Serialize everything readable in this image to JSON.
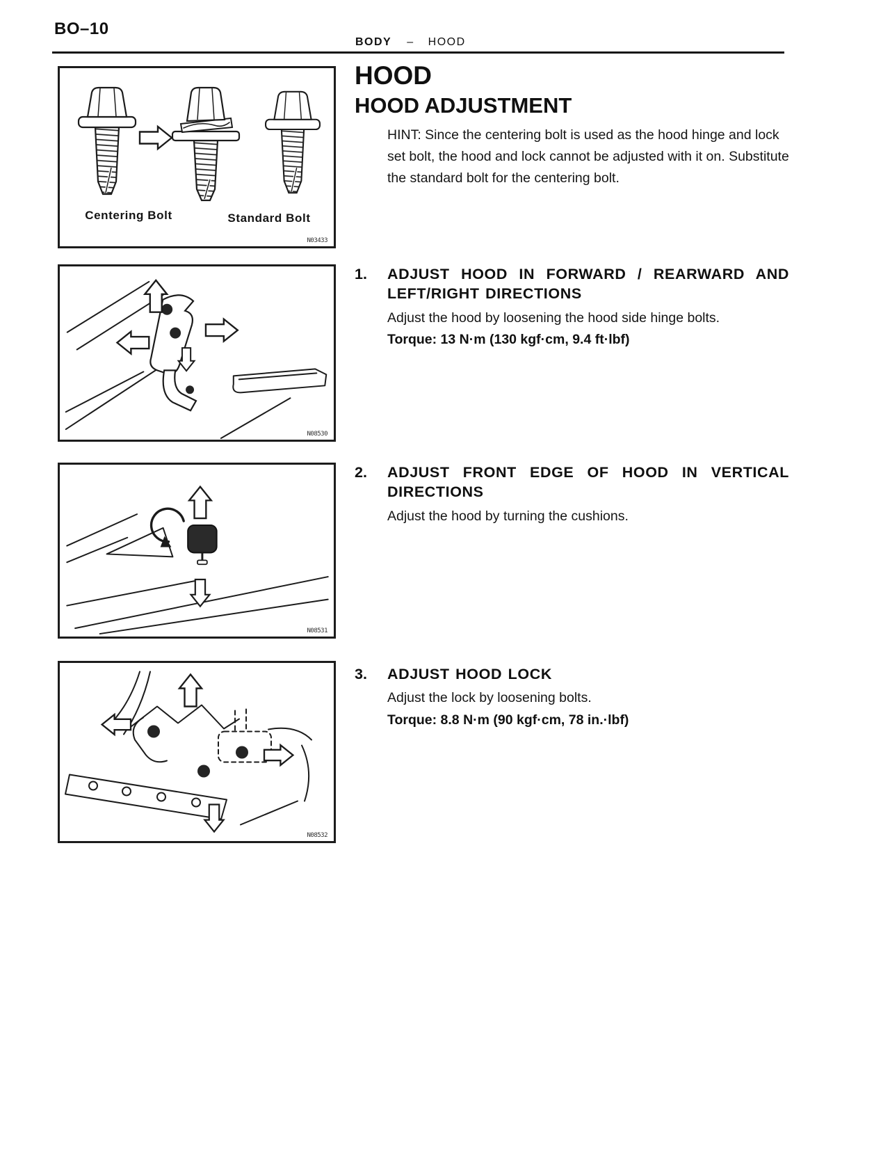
{
  "page": {
    "page_number": "BO–10",
    "header_section": "BODY",
    "header_separator": "–",
    "header_topic": "HOOD"
  },
  "content": {
    "title": "HOOD",
    "subtitle": "HOOD ADJUSTMENT",
    "hint": "HINT: Since the centering bolt is used as the hood hinge and lock set bolt, the hood and lock cannot be adjusted with it on. Substitute the standard bolt for the centering bolt.",
    "steps": [
      {
        "number": "1.",
        "heading": "ADJUST HOOD IN FORWARD / REARWARD AND LEFT/RIGHT DIRECTIONS",
        "body": "Adjust the hood by loosening the hood side hinge bolts.",
        "torque": "Torque: 13 N·m (130 kgf·cm, 9.4 ft·lbf)"
      },
      {
        "number": "2.",
        "heading": "ADJUST FRONT EDGE OF HOOD IN VERTICAL DIRECTIONS",
        "body": "Adjust the hood by turning the cushions.",
        "torque": ""
      },
      {
        "number": "3.",
        "heading": "ADJUST HOOD LOCK",
        "body": "Adjust the lock by loosening bolts.",
        "torque": "Torque: 8.8 N·m (90 kgf·cm, 78 in.·lbf)"
      }
    ]
  },
  "figures": [
    {
      "labels": {
        "centering": "Centering Bolt",
        "standard": "Standard Bolt"
      },
      "code": "N03433"
    },
    {
      "code": "N08530"
    },
    {
      "code": "N08531"
    },
    {
      "code": "N08532"
    }
  ]
}
